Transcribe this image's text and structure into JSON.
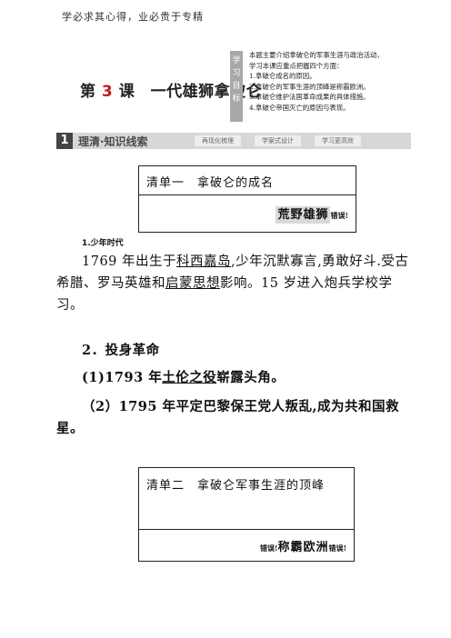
{
  "header_motto": "学必求其心得，业必贵于专精",
  "lesson": {
    "title_prefix": "第",
    "number": "3",
    "title_suffix": "课　一代雄狮拿破仑"
  },
  "goals": {
    "tag": [
      "学",
      "习",
      "目",
      "标"
    ],
    "lines": [
      "本题主要介绍拿破仑的军事生涯与政治活动，",
      "学习本课应重点把握四个方面：",
      "1.拿破仑成名的原因。",
      "2.拿破仑的军事生涯的顶峰是称霸欧洲。",
      "3.拿破仑维护法国革命成果的具体措施。",
      "4.拿破仑帝国灭亡的原因与表现。"
    ]
  },
  "section": {
    "number": "1",
    "label": "理清·知识线索",
    "tabs": [
      "再现化梳理",
      "学案式设计",
      "学习更高效"
    ]
  },
  "box1": {
    "header": "清单一　拿破仑的成名",
    "answer": "荒野雄狮",
    "error": "错误!"
  },
  "item1_title": "1.少年时代",
  "item1": {
    "t1": "1769 年出生于",
    "u1": "科西嘉岛",
    "t2": ",少年沉默寡言,勇敢好斗.受古希腊、罗马英雄和",
    "u2": "启蒙思想",
    "t3": "影响。15 岁进入炮兵学校学习。"
  },
  "item2_title": "2．投身革命",
  "item2_1": {
    "t1": "(1)1793 年",
    "u1": "土伦之役",
    "t2": "崭露头角。"
  },
  "item2_2": "（2）1795 年平定巴黎保王党人叛乱,成为共和国救星。",
  "box2": {
    "header": "清单二　拿破仑军事生涯的顶峰",
    "error_left": "错误!",
    "answer": "称霸欧洲",
    "error_right": "错误!"
  }
}
